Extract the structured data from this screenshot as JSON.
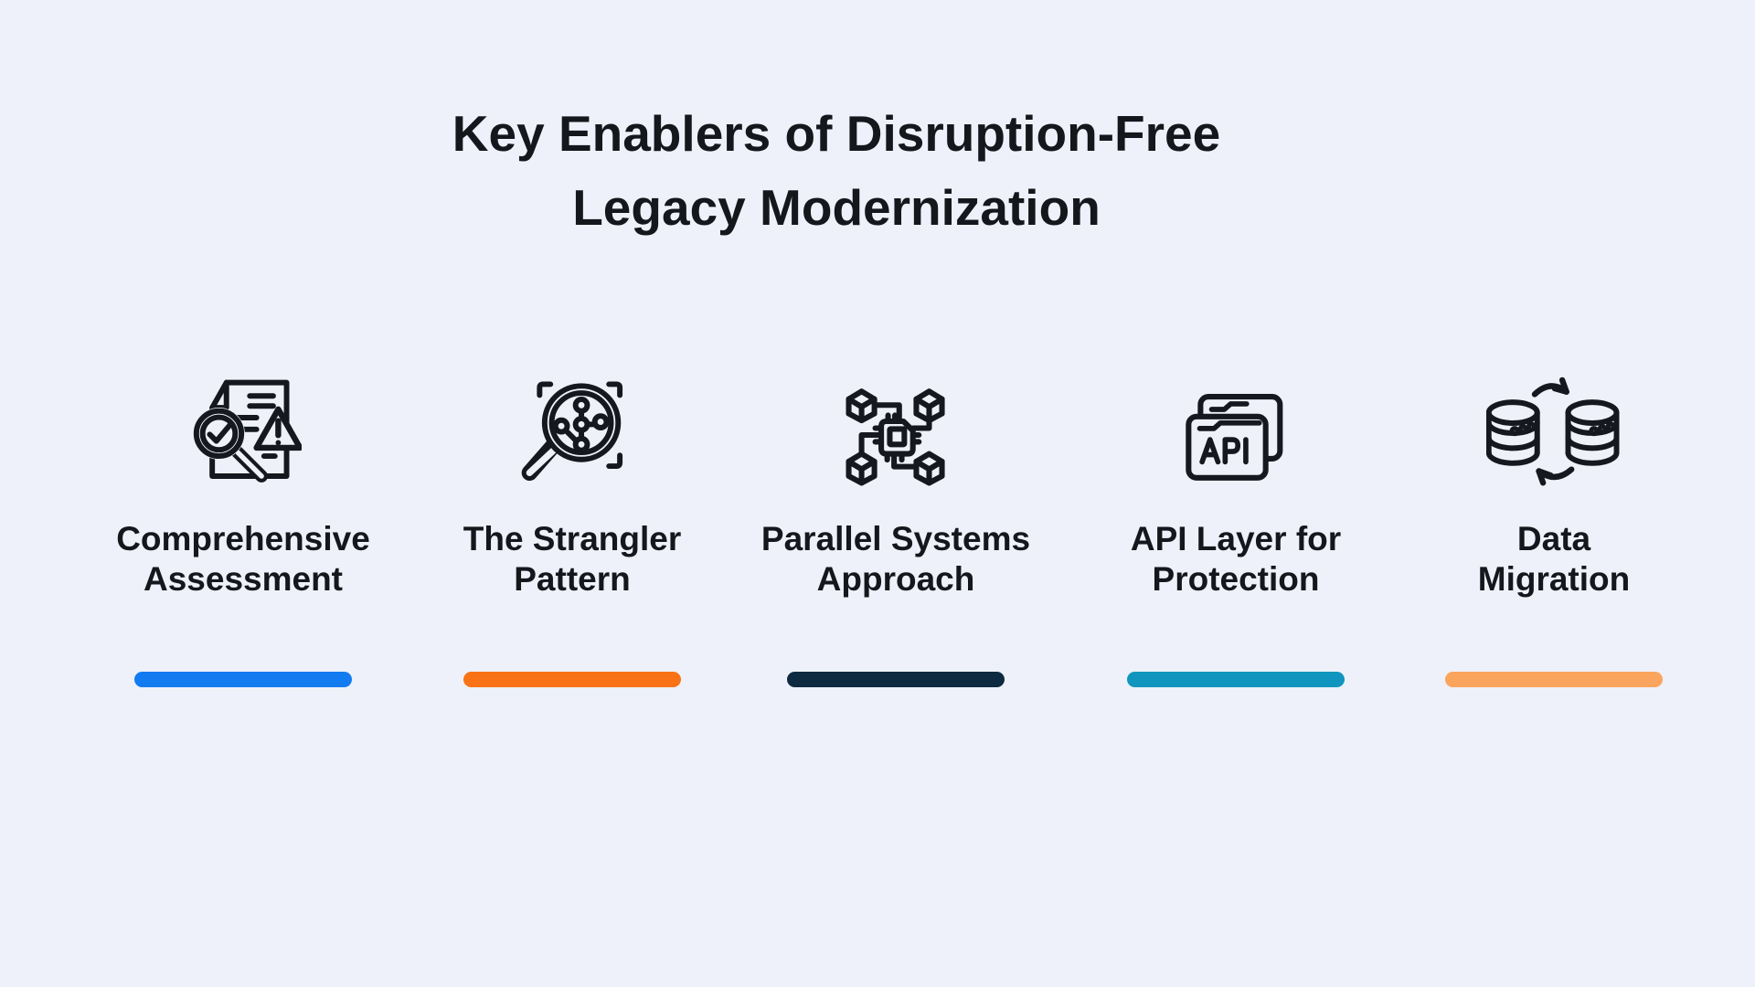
{
  "page": {
    "background": "#EEF1F9",
    "text_color": "#14171C",
    "title_line1": "Key Enablers of Disruption-Free",
    "title_line2": "Legacy Modernization"
  },
  "cards": [
    {
      "label": "Comprehensive Assessment",
      "label_lines": [
        "Comprehensive",
        "Assessment"
      ],
      "icon": "assessment-document-icon",
      "bar_color": "#137BF0"
    },
    {
      "label": "The Strangler Pattern",
      "label_lines": [
        "The Strangler",
        "Pattern"
      ],
      "icon": "strangler-magnifier-icon",
      "bar_color": "#F97316"
    },
    {
      "label": "Parallel Systems Approach",
      "label_lines": [
        "Parallel Systems",
        "Approach"
      ],
      "icon": "parallel-systems-icon",
      "bar_color": "#0D2A40"
    },
    {
      "label": "API Layer for Protection",
      "label_lines": [
        "API Layer for",
        "Protection"
      ],
      "icon": "api-window-icon",
      "icon_text": "API",
      "bar_color": "#1095BE"
    },
    {
      "label": "Data Migration",
      "label_lines": [
        "Data",
        "Migration"
      ],
      "icon": "data-migration-icon",
      "bar_color": "#FAA45E"
    }
  ]
}
